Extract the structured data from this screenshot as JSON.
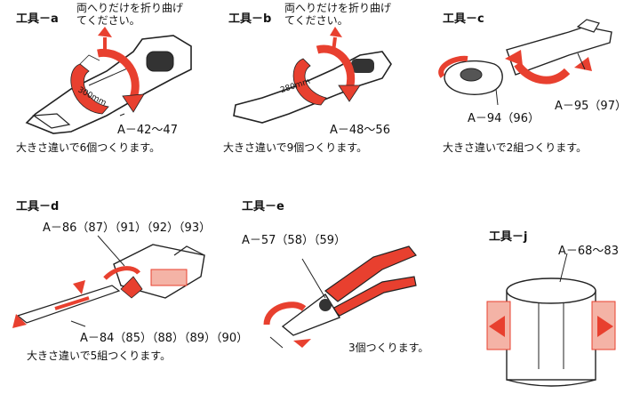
{
  "colors": {
    "red": "#e8402f",
    "pink": "#f4b3a6",
    "line": "#222222"
  },
  "instruction": "両へりだけを折り曲げ\nてください。",
  "tools": {
    "a": {
      "title": "工具－a",
      "part": "A－42～47",
      "note": "大きさ違いで6個つくります。",
      "stamp": "300mm"
    },
    "b": {
      "title": "工具－b",
      "part": "A－48～56",
      "note": "大きさ違いで9個つくります。",
      "stamp": "280mm"
    },
    "c": {
      "title": "工具－c",
      "part1": "A－94（96）",
      "part2": "A－95（97）",
      "note": "大きさ違いで2組つくります。"
    },
    "d": {
      "title": "工具－d",
      "part1": "A－86（87）（91）（92）（93）",
      "part2": "A－84（85）（88）（89）（90）",
      "note": "大きさ違いで5組つくります。"
    },
    "e": {
      "title": "工具－e",
      "part": "A－57（58）（59）",
      "note": "3個つくります。"
    },
    "j": {
      "title": "工具－j",
      "part": "A－68～83"
    }
  }
}
